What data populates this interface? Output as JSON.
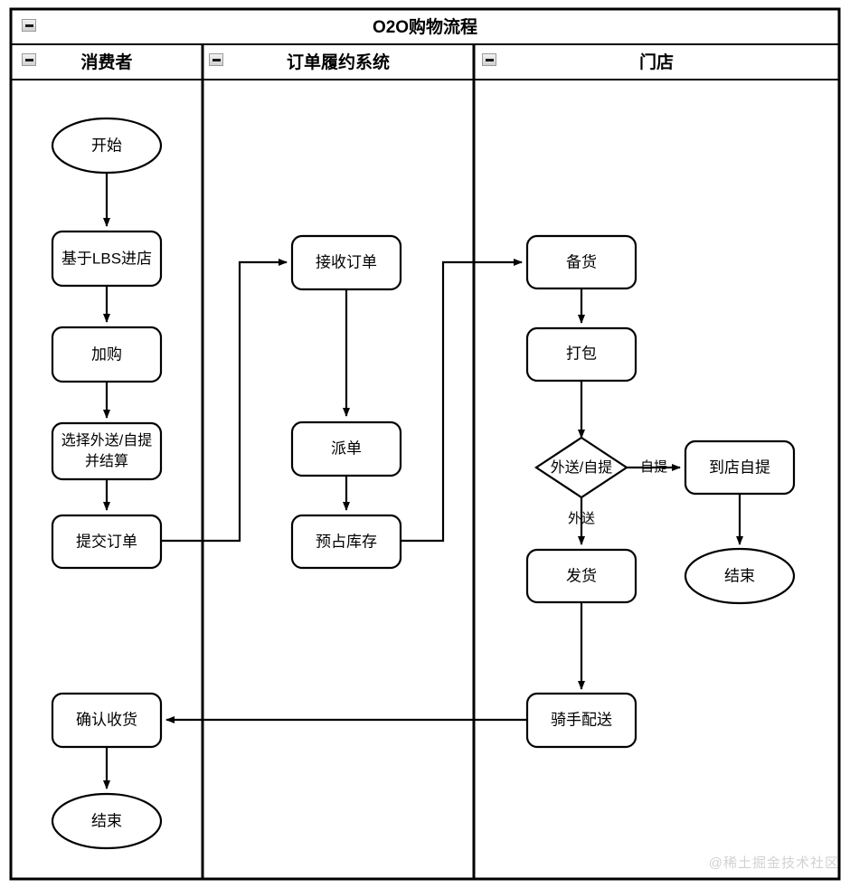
{
  "pool": {
    "title": "O2O购物流程",
    "collapse_icon": "collapse-minus-icon"
  },
  "lanes": [
    {
      "id": "consumer",
      "title": "消费者",
      "collapse_icon": "collapse-minus-icon"
    },
    {
      "id": "order-system",
      "title": "订单履约系统",
      "collapse_icon": "collapse-minus-icon"
    },
    {
      "id": "store",
      "title": "门店",
      "collapse_icon": "collapse-minus-icon"
    }
  ],
  "nodes": {
    "start": {
      "label": "开始",
      "shape": "ellipse",
      "lane": "consumer"
    },
    "lbs_enter": {
      "label": "基于LBS进店",
      "shape": "process",
      "lane": "consumer"
    },
    "add_cart": {
      "label": "加购",
      "shape": "process",
      "lane": "consumer"
    },
    "choose_delivery_line1": {
      "label": "选择外送/自提",
      "shape": "process",
      "lane": "consumer"
    },
    "choose_delivery_line2": {
      "label": "并结算",
      "shape": "process",
      "lane": "consumer"
    },
    "submit_order": {
      "label": "提交订单",
      "shape": "process",
      "lane": "consumer"
    },
    "confirm_receipt": {
      "label": "确认收货",
      "shape": "process",
      "lane": "consumer"
    },
    "end_consumer": {
      "label": "结束",
      "shape": "ellipse",
      "lane": "consumer"
    },
    "receive_order": {
      "label": "接收订单",
      "shape": "process",
      "lane": "order-system"
    },
    "dispatch_order": {
      "label": "派单",
      "shape": "process",
      "lane": "order-system"
    },
    "reserve_stock": {
      "label": "预占库存",
      "shape": "process",
      "lane": "order-system"
    },
    "prepare_goods": {
      "label": "备货",
      "shape": "process",
      "lane": "store"
    },
    "pack": {
      "label": "打包",
      "shape": "process",
      "lane": "store"
    },
    "decision_delivery": {
      "label": "外送/自提",
      "shape": "decision",
      "lane": "store"
    },
    "pickup_in_store": {
      "label": "到店自提",
      "shape": "process",
      "lane": "store"
    },
    "end_store": {
      "label": "结束",
      "shape": "ellipse",
      "lane": "store"
    },
    "ship_goods": {
      "label": "发货",
      "shape": "process",
      "lane": "store"
    },
    "rider_delivery": {
      "label": "骑手配送",
      "shape": "process",
      "lane": "store"
    }
  },
  "edge_labels": {
    "pickup": "自提",
    "delivery": "外送"
  },
  "watermark": "@稀土掘金技术社区",
  "colors": {
    "stroke": "#000000",
    "fill": "#ffffff",
    "watermark": "#d2d2d2"
  }
}
